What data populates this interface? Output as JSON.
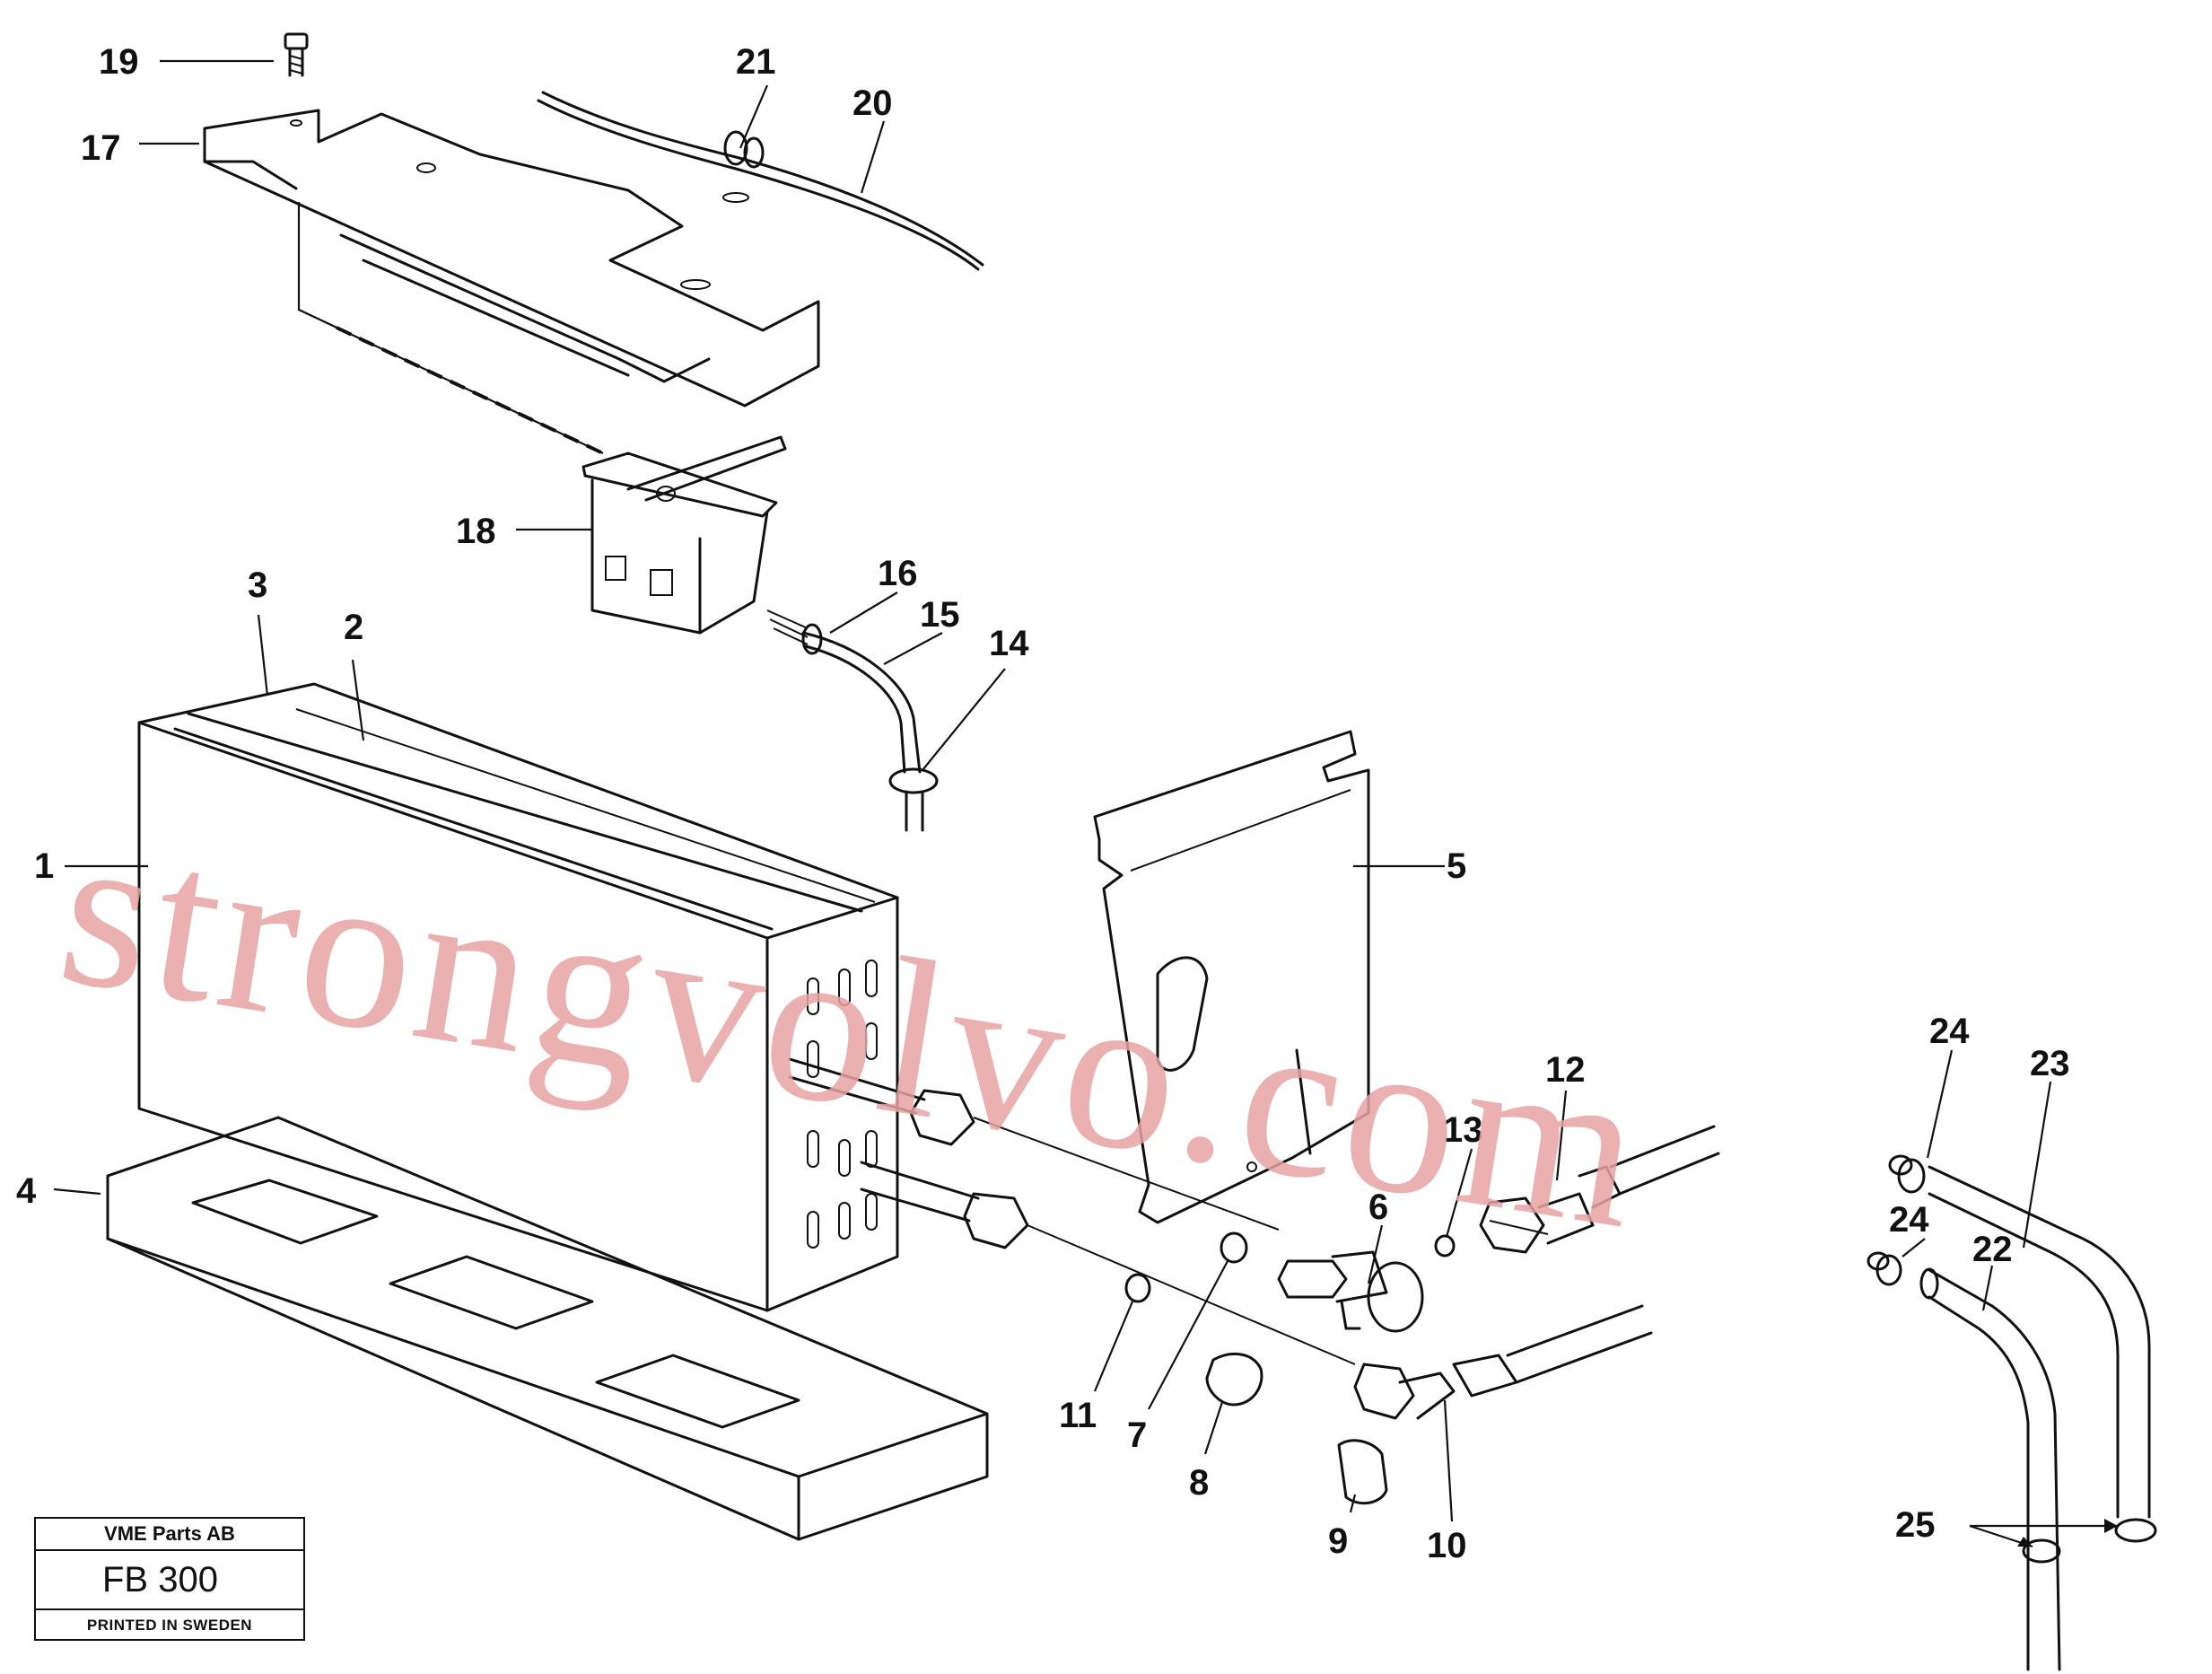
{
  "labels": {
    "l1": "1",
    "l2": "2",
    "l3": "3",
    "l4": "4",
    "l5": "5",
    "l6": "6",
    "l7": "7",
    "l8": "8",
    "l9": "9",
    "l10": "10",
    "l11": "11",
    "l12": "12",
    "l13": "13",
    "l14": "14",
    "l15": "15",
    "l16": "16",
    "l17": "17",
    "l18": "18",
    "l19": "19",
    "l20": "20",
    "l21": "21",
    "l22": "22",
    "l23": "23",
    "l24a": "24",
    "l24b": "24",
    "l25": "25"
  },
  "title_block": {
    "company": "VME Parts AB",
    "code": "FB 300",
    "printed": "PRINTED IN SWEDEN"
  },
  "watermark": "strongvolvo.com"
}
